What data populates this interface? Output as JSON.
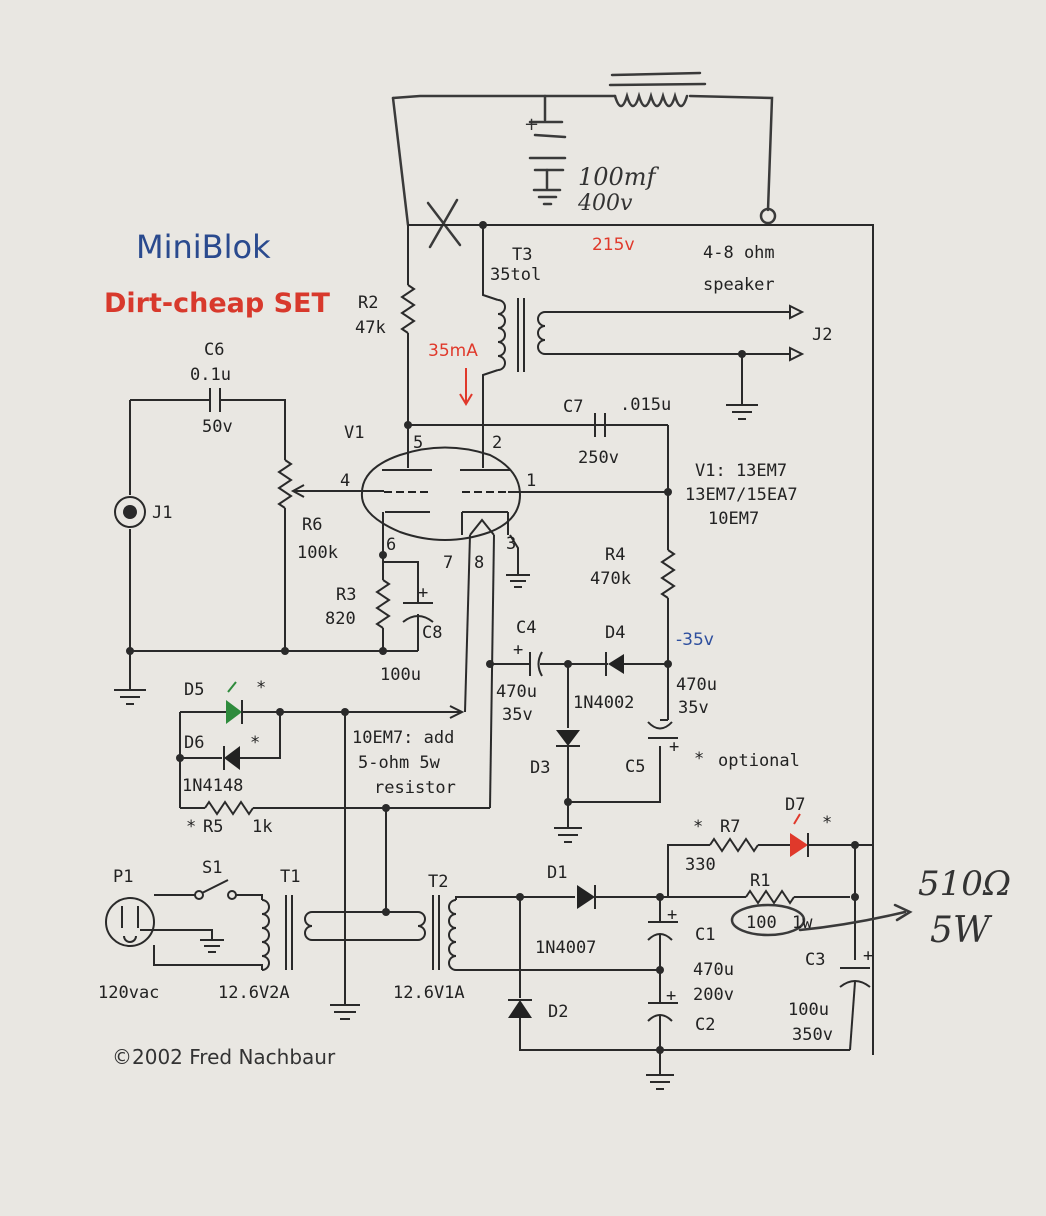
{
  "title": "MiniBlok",
  "subtitle": "Dirt-cheap SET",
  "copyright": "©2002 Fred Nachbaur",
  "handwritten": {
    "cap_value": "100mf",
    "cap_voltage": "400v",
    "resistor_value": "510Ω",
    "resistor_power": "5W"
  },
  "annotations": {
    "b_plus": "215v",
    "plate_current": "35mA",
    "bias": "-35v",
    "speaker_line1": "4-8 ohm",
    "speaker_line2": "speaker",
    "tube_line1": "V1: 13EM7",
    "tube_line2": "13EM7/15EA7",
    "tube_line3": "10EM7",
    "optional": "optional",
    "note_line1": "10EM7: add",
    "note_line2": "5-ohm 5w",
    "note_line3": "resistor"
  },
  "components": {
    "r2": {
      "ref": "R2",
      "value": "47k"
    },
    "t3": {
      "ref": "T3",
      "value": "35tol"
    },
    "c6": {
      "ref": "C6",
      "value": "0.1u",
      "voltage": "50v"
    },
    "c7": {
      "ref": "C7",
      "value": ".015u",
      "voltage": "250v"
    },
    "v1": {
      "ref": "V1"
    },
    "j1": {
      "ref": "J1"
    },
    "j2": {
      "ref": "J2"
    },
    "r6": {
      "ref": "R6",
      "value": "100k"
    },
    "r3": {
      "ref": "R3",
      "value": "820"
    },
    "c8": {
      "ref": "C8",
      "value": "100u"
    },
    "r4": {
      "ref": "R4",
      "value": "470k"
    },
    "c4": {
      "ref": "C4",
      "value": "470u",
      "voltage": "35v"
    },
    "d4": {
      "ref": "D4",
      "value": "1N4002"
    },
    "c5": {
      "ref": "C5",
      "value": "470u",
      "voltage": "35v"
    },
    "d3": {
      "ref": "D3"
    },
    "d5": {
      "ref": "D5"
    },
    "d6": {
      "ref": "D6",
      "value": "1N4148"
    },
    "r5": {
      "ref": "R5",
      "value": "1k"
    },
    "r7": {
      "ref": "R7",
      "value": "330"
    },
    "d7": {
      "ref": "D7"
    },
    "r1": {
      "ref": "R1",
      "value": "100",
      "power": "1w"
    },
    "p1": {
      "ref": "P1",
      "value": "120vac"
    },
    "s1": {
      "ref": "S1"
    },
    "t1": {
      "ref": "T1",
      "value": "12.6V2A"
    },
    "t2": {
      "ref": "T2",
      "value": "12.6V1A"
    },
    "d1": {
      "ref": "D1",
      "value": "1N4007"
    },
    "d2": {
      "ref": "D2"
    },
    "c1": {
      "ref": "C1",
      "value": "470u",
      "voltage": "200v"
    },
    "c2": {
      "ref": "C2"
    },
    "c3": {
      "ref": "C3",
      "value": "100u",
      "voltage": "350v"
    }
  },
  "pins": {
    "p1": "1",
    "p2": "2",
    "p3": "3",
    "p4": "4",
    "p5": "5",
    "p6": "6",
    "p7": "7",
    "p8": "8"
  },
  "marks": {
    "star": "*",
    "plus": "+"
  },
  "colors": {
    "led_green": "#2e8b3c",
    "led_red": "#e0392b",
    "title": "#2a4a8e",
    "subtitle": "#d8392c"
  }
}
